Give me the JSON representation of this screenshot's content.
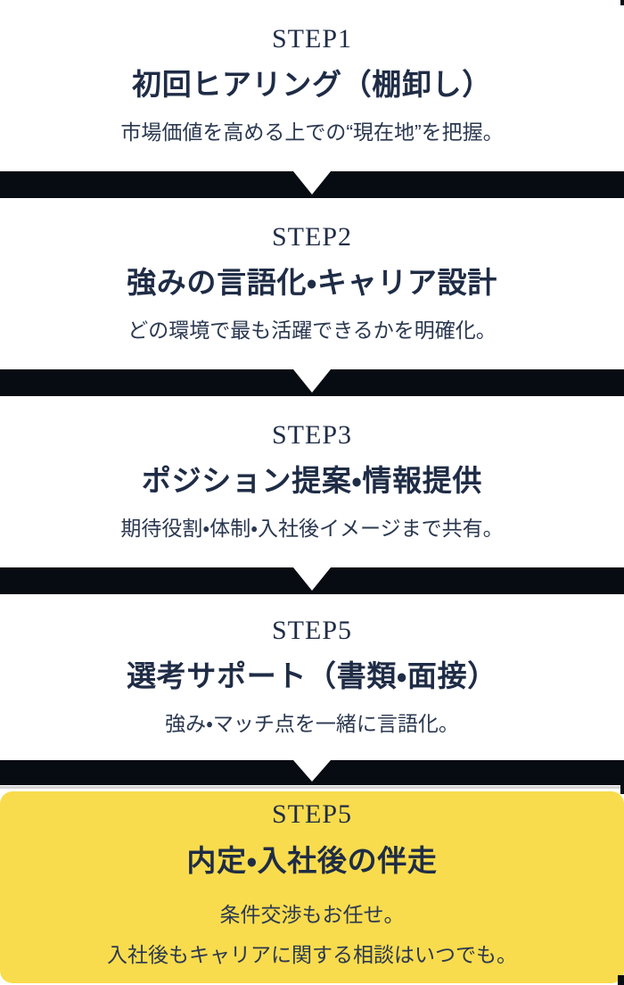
{
  "colors": {
    "band": "#070b12",
    "text_navy": "#1f2c46",
    "desc_navy": "#2b3850",
    "yellow": "#f9dc4d",
    "gray_line": "#d4d4d4",
    "card_bg": "#ffffff"
  },
  "steps": [
    {
      "step_label": "STEP1",
      "title": "初回ヒアリング（棚卸し）",
      "desc_lines": [
        "市場価値を高める上での“現在地”を把握。"
      ],
      "highlight": false
    },
    {
      "step_label": "STEP2",
      "title": "強みの言語化・キャリア設計",
      "desc_lines": [
        "どの環境で最も活躍できるかを明確化。"
      ],
      "highlight": false
    },
    {
      "step_label": "STEP3",
      "title": "ポジション提案・情報提供",
      "desc_lines": [
        "期待役割・体制・入社後イメージまで共有。"
      ],
      "highlight": false
    },
    {
      "step_label": "STEP5",
      "title": "選考サポート（書類・面接）",
      "desc_lines": [
        "強み・マッチ点を一緒に言語化。"
      ],
      "highlight": false
    },
    {
      "step_label": "STEP5",
      "title": "内定・入社後の伴走",
      "desc_lines": [
        "条件交渉もお任せ。",
        "入社後もキャリアに関する相談はいつでも。"
      ],
      "highlight": true
    }
  ]
}
